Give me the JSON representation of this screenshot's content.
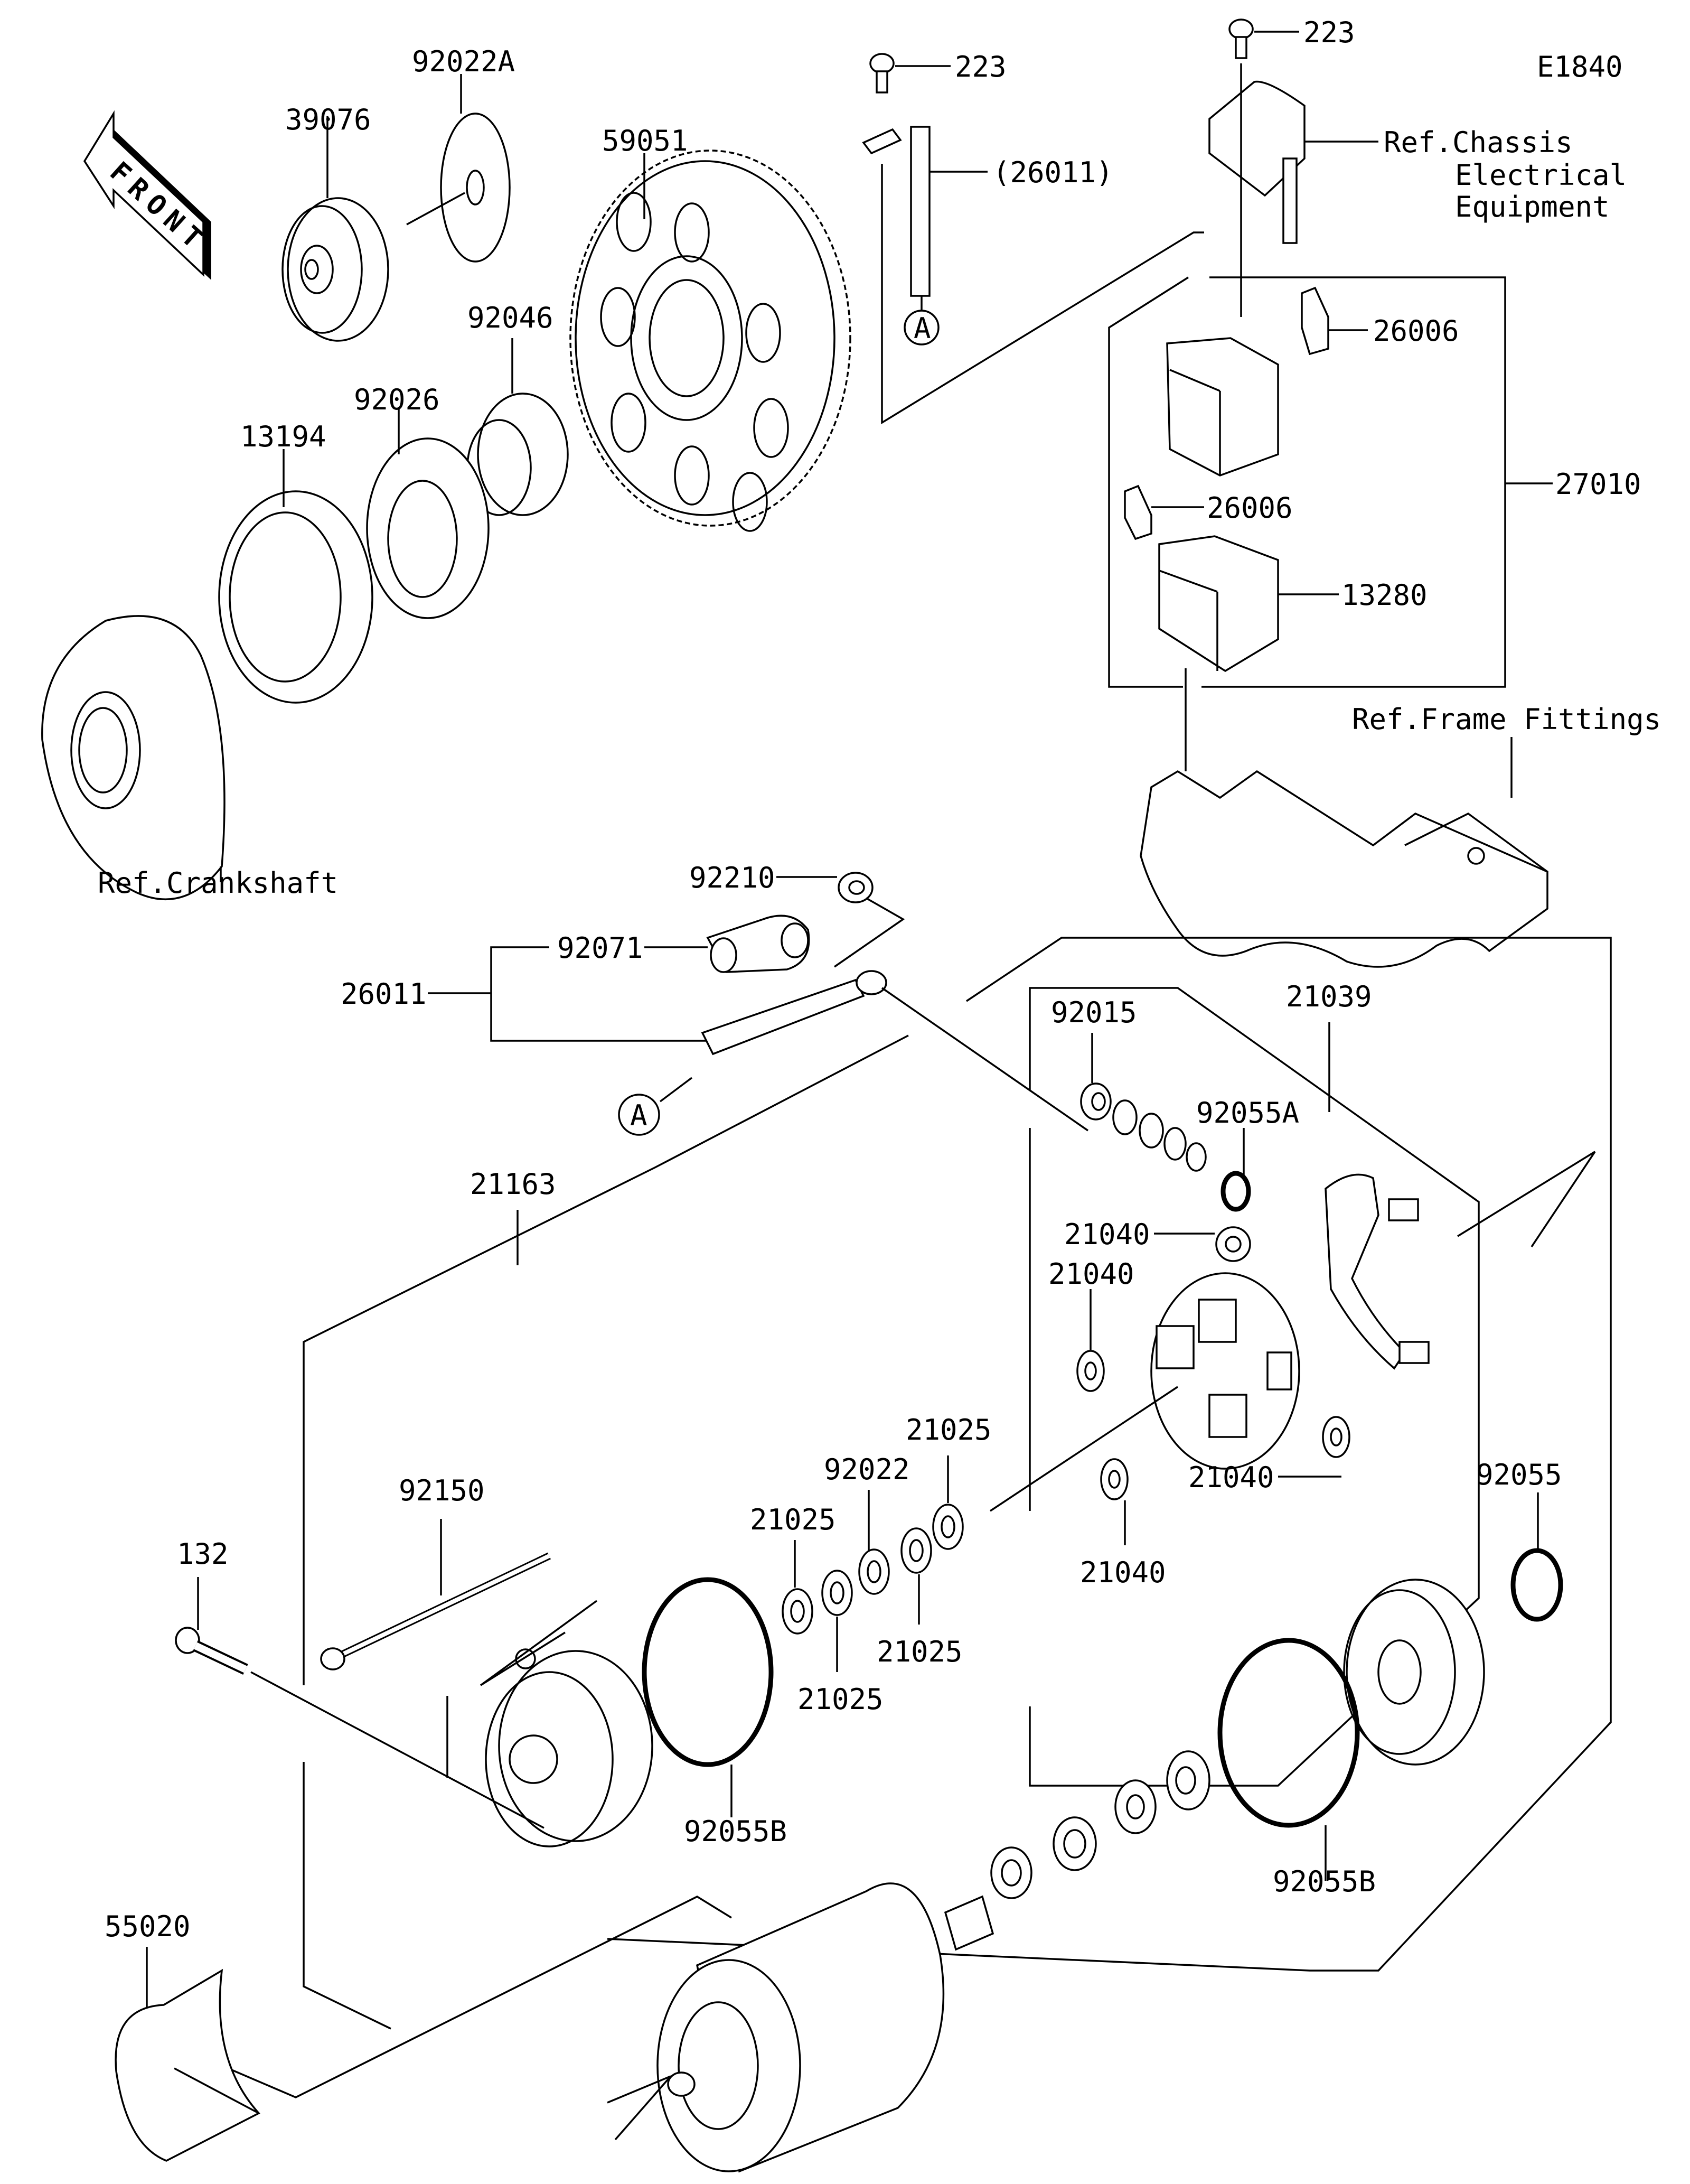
{
  "diagram": {
    "code": "E1840",
    "front_marker": "FRONT",
    "connector_marker": "A",
    "callouts": {
      "c39076": "39076",
      "c92022A": "92022A",
      "c59051": "59051",
      "c92046": "92046",
      "c92026": "92026",
      "c13194": "13194",
      "ref_crankshaft": "Ref.Crankshaft",
      "c223_left": "223",
      "c26011_paren": "(26011)",
      "c223_right": "223",
      "ref_chassis_1": "Ref.Chassis",
      "ref_chassis_2": "Electrical",
      "ref_chassis_3": "Equipment",
      "c26006_top": "26006",
      "c27010": "27010",
      "c26006_mid": "26006",
      "c13280": "13280",
      "ref_frame": "Ref.Frame Fittings",
      "c92210": "92210",
      "c92071": "92071",
      "c26011": "26011",
      "c92015": "92015",
      "c21039": "21039",
      "c92055A": "92055A",
      "c21040_a": "21040",
      "c21040_b": "21040",
      "c21040_c": "21040",
      "c21040_d": "21040",
      "c21163": "21163",
      "c21025_a": "21025",
      "c92022": "92022",
      "c21025_b": "21025",
      "c21025_c": "21025",
      "c21025_d": "21025",
      "c92055": "92055",
      "c92150": "92150",
      "c132": "132",
      "c92055B_left": "92055B",
      "c92055B_right": "92055B",
      "c55020": "55020"
    }
  }
}
